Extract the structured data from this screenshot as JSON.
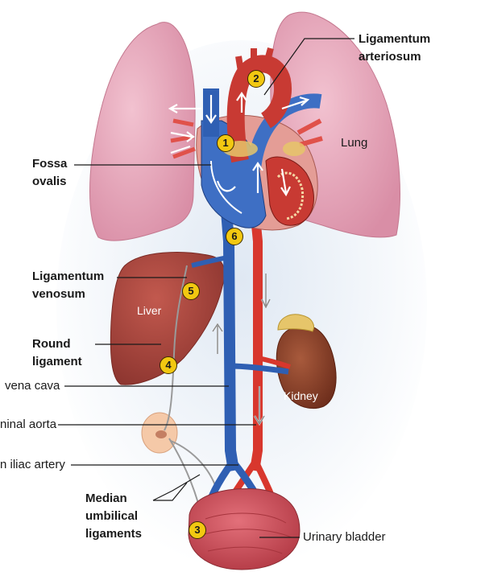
{
  "labels": {
    "ligamentum_arteriosum_1": "Ligamentum",
    "ligamentum_arteriosum_2": "arteriosum",
    "lung": "Lung",
    "fossa_ovalis_1": "Fossa",
    "fossa_ovalis_2": "ovalis",
    "ligamentum_venosum_1": "Ligamentum",
    "ligamentum_venosum_2": "venosum",
    "liver": "Liver",
    "round_ligament_1": "Round",
    "round_ligament_2": "ligament",
    "vena_cava": "vena cava",
    "kidney": "Kidney",
    "aorta": "ninal aorta",
    "iliac_artery": "n iliac artery",
    "median_umbilical_1": "Median",
    "median_umbilical_2": "umbilical",
    "median_umbilical_3": "ligaments",
    "urinary_bladder": "Urinary bladder"
  },
  "badges": {
    "b1": "1",
    "b2": "2",
    "b3": "3",
    "b4": "4",
    "b5": "5",
    "b6": "6"
  },
  "colors": {
    "lung": "#e9a9bd",
    "vein": "#2f5fb3",
    "artery": "#d8372d",
    "liver": "#a9443b",
    "kidney": "#8a3d28",
    "bladder": "#c94c55",
    "badge": "#f2c811",
    "background_glow": "#e6edf6"
  }
}
